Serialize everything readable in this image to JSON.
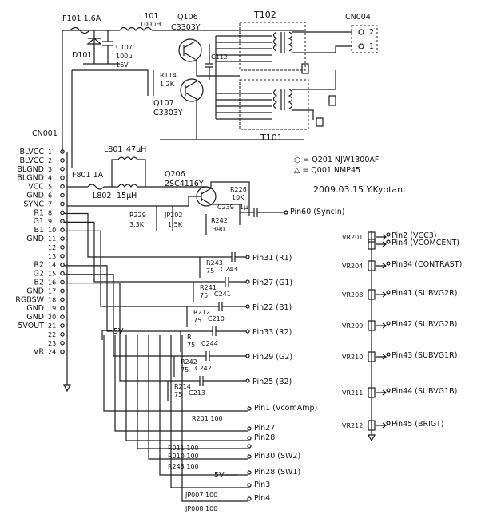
{
  "top": {
    "fuse_f101": "F101 1.6A",
    "inductor_l101": "L101",
    "l101_value": "100μH",
    "diode_d101": "D101",
    "cap_c107": "C107",
    "c107_v1": "100μ",
    "c107_v2": "16V",
    "q106": "Q106",
    "q106_part": "C3303Y",
    "c112": "C112",
    "r114": "R114",
    "r114_val": "1.2K",
    "q107": "Q107",
    "q107_part": "C3303Y",
    "t102": "T102",
    "t101": "T101",
    "cn004": "CN004",
    "cn004_p2": "2",
    "cn004_p1": "1"
  },
  "legend": {
    "line1": "○ = Q201  NJW1300AF",
    "line2": "△ = Q001  NMP45",
    "date": "2009.03.15 Y.Kyotani"
  },
  "cn001": {
    "title": "CN001",
    "pins": [
      {
        "name": "BLVCC",
        "num": "1"
      },
      {
        "name": "BLVCC",
        "num": "2"
      },
      {
        "name": "BLGND",
        "num": "3"
      },
      {
        "name": "BLGND",
        "num": "4"
      },
      {
        "name": "VCC",
        "num": "5"
      },
      {
        "name": "GND",
        "num": "6"
      },
      {
        "name": "SYNC",
        "num": "7"
      },
      {
        "name": "R1",
        "num": "8"
      },
      {
        "name": "G1",
        "num": "9"
      },
      {
        "name": "B1",
        "num": "10"
      },
      {
        "name": "GND",
        "num": "11"
      },
      {
        "name": "",
        "num": "12"
      },
      {
        "name": "",
        "num": "13"
      },
      {
        "name": "R2",
        "num": "14"
      },
      {
        "name": "G2",
        "num": "15"
      },
      {
        "name": "B2",
        "num": "16"
      },
      {
        "name": "GND",
        "num": "17"
      },
      {
        "name": "RGBSW",
        "num": "18"
      },
      {
        "name": "GND",
        "num": "19"
      },
      {
        "name": "GND",
        "num": "20"
      },
      {
        "name": "5VOUT",
        "num": "21"
      },
      {
        "name": "",
        "num": "22"
      },
      {
        "name": "",
        "num": "23"
      },
      {
        "name": "VR",
        "num": "24"
      }
    ]
  },
  "power": {
    "l801": "L801",
    "l801_val": "47μH",
    "f801": "F801 1A",
    "l802": "L802",
    "l802_val": "15μH",
    "v5": "5V",
    "v5b": "5V"
  },
  "sync_stage": {
    "q206": "Q206",
    "q206_part": "2SC4116Y",
    "r228": "R228",
    "r228_val": "10K",
    "c239": "C239",
    "c239_val": "1μ",
    "r229": "R229",
    "r229_val": "3.3K",
    "jp202": "JP202",
    "jp202_val": "1.5K",
    "r242": "R242",
    "r242_val": "390",
    "out": "Pin60 (SyncIn)"
  },
  "rgb_outputs": [
    {
      "res": "R243",
      "rval": "75",
      "cap": "C243",
      "pin": "Pin31 (R1)"
    },
    {
      "res": "R241",
      "rval": "75",
      "cap": "C241",
      "pin": "Pin27 (G1)"
    },
    {
      "res": "R212",
      "rval": "75",
      "cap": "C210",
      "pin": "Pin22 (B1)"
    },
    {
      "res": "R",
      "rval": "75",
      "cap": "C244",
      "pin": "Pin33 (R2)"
    },
    {
      "res": "R242",
      "rval": "75",
      "cap": "C242",
      "pin": "Pin29 (G2)"
    },
    {
      "res": "R214",
      "rval": "75",
      "cap": "C213",
      "pin": "Pin25 (B2)"
    }
  ],
  "lower_outputs": [
    {
      "label": "R201 100",
      "pin": "Pin1 (VcomAmp)"
    },
    {
      "label": "",
      "pin": "Pin27"
    },
    {
      "label": "R011 100",
      "pin": "Pin28"
    },
    {
      "label": "R010 100",
      "pin": ""
    },
    {
      "label": "R245 100",
      "pin": "Pin30 (SW2)"
    },
    {
      "label": "",
      "pin": "Pin28 (SW1)"
    },
    {
      "label": "JP007 100",
      "pin": "Pin3"
    },
    {
      "label": "JP008 100",
      "pin": "Pin4"
    }
  ],
  "vr_chain": [
    {
      "vr": "VR201",
      "pin": "Pin2 (VCC3)"
    },
    {
      "vr": "",
      "pin": "Pin4 (VCOMCENT)"
    },
    {
      "vr": "VR204",
      "pin": "Pin34 (CONTRAST)"
    },
    {
      "vr": "VR208",
      "pin": "Pin41 (SUBVG2R)"
    },
    {
      "vr": "VR209",
      "pin": "Pin42 (SUBVG2B)"
    },
    {
      "vr": "VR210",
      "pin": "Pin43 (SUBVG1R)"
    },
    {
      "vr": "VR211",
      "pin": "Pin44 (SUBVG1B)"
    },
    {
      "vr": "VR212",
      "pin": "Pin45 (BRIGT)"
    }
  ]
}
